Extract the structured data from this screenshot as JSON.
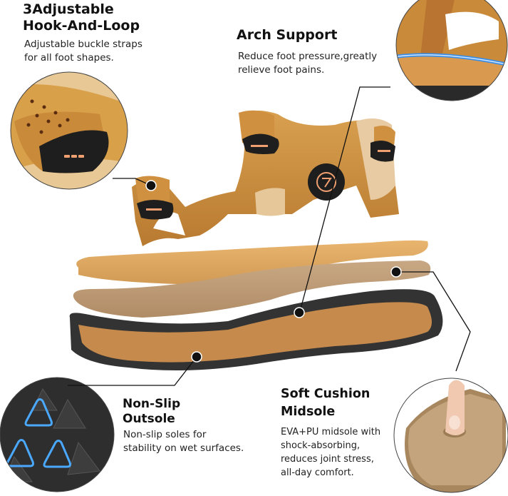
{
  "features": [
    {
      "id": "hook-loop",
      "title_line1": "3Adjustable",
      "title_line2": "Hook-And-Loop",
      "desc_line1": "Adjustable buckle straps",
      "desc_line2": "for all foot shapes."
    },
    {
      "id": "arch-support",
      "title_line1": "Arch Support",
      "desc_line1": "Reduce foot pressure,greatly",
      "desc_line2": "relieve foot pains."
    },
    {
      "id": "non-slip",
      "title_line1": "Non-Slip",
      "title_line2": "Outsole",
      "desc_line1": "Non-slip soles for",
      "desc_line2": "stability on wet surfaces."
    },
    {
      "id": "cushion",
      "title_line1": "Soft Cushion",
      "title_line2": "Midsole",
      "desc_line1": "EVA+PU midsole with",
      "desc_line2": "shock-absorbing,",
      "desc_line3": "reduces joint stress,",
      "desc_line4": "all-day comfort."
    }
  ],
  "colors": {
    "leather": "#c98a3a",
    "leather_light": "#e0b070",
    "insole": "#e0a860",
    "midsole": "#c4a07a",
    "outsole_dark": "#3a3a3a",
    "outsole_tan": "#c68a4c",
    "accent_blue": "#3a8ee6",
    "text": "#111111"
  }
}
